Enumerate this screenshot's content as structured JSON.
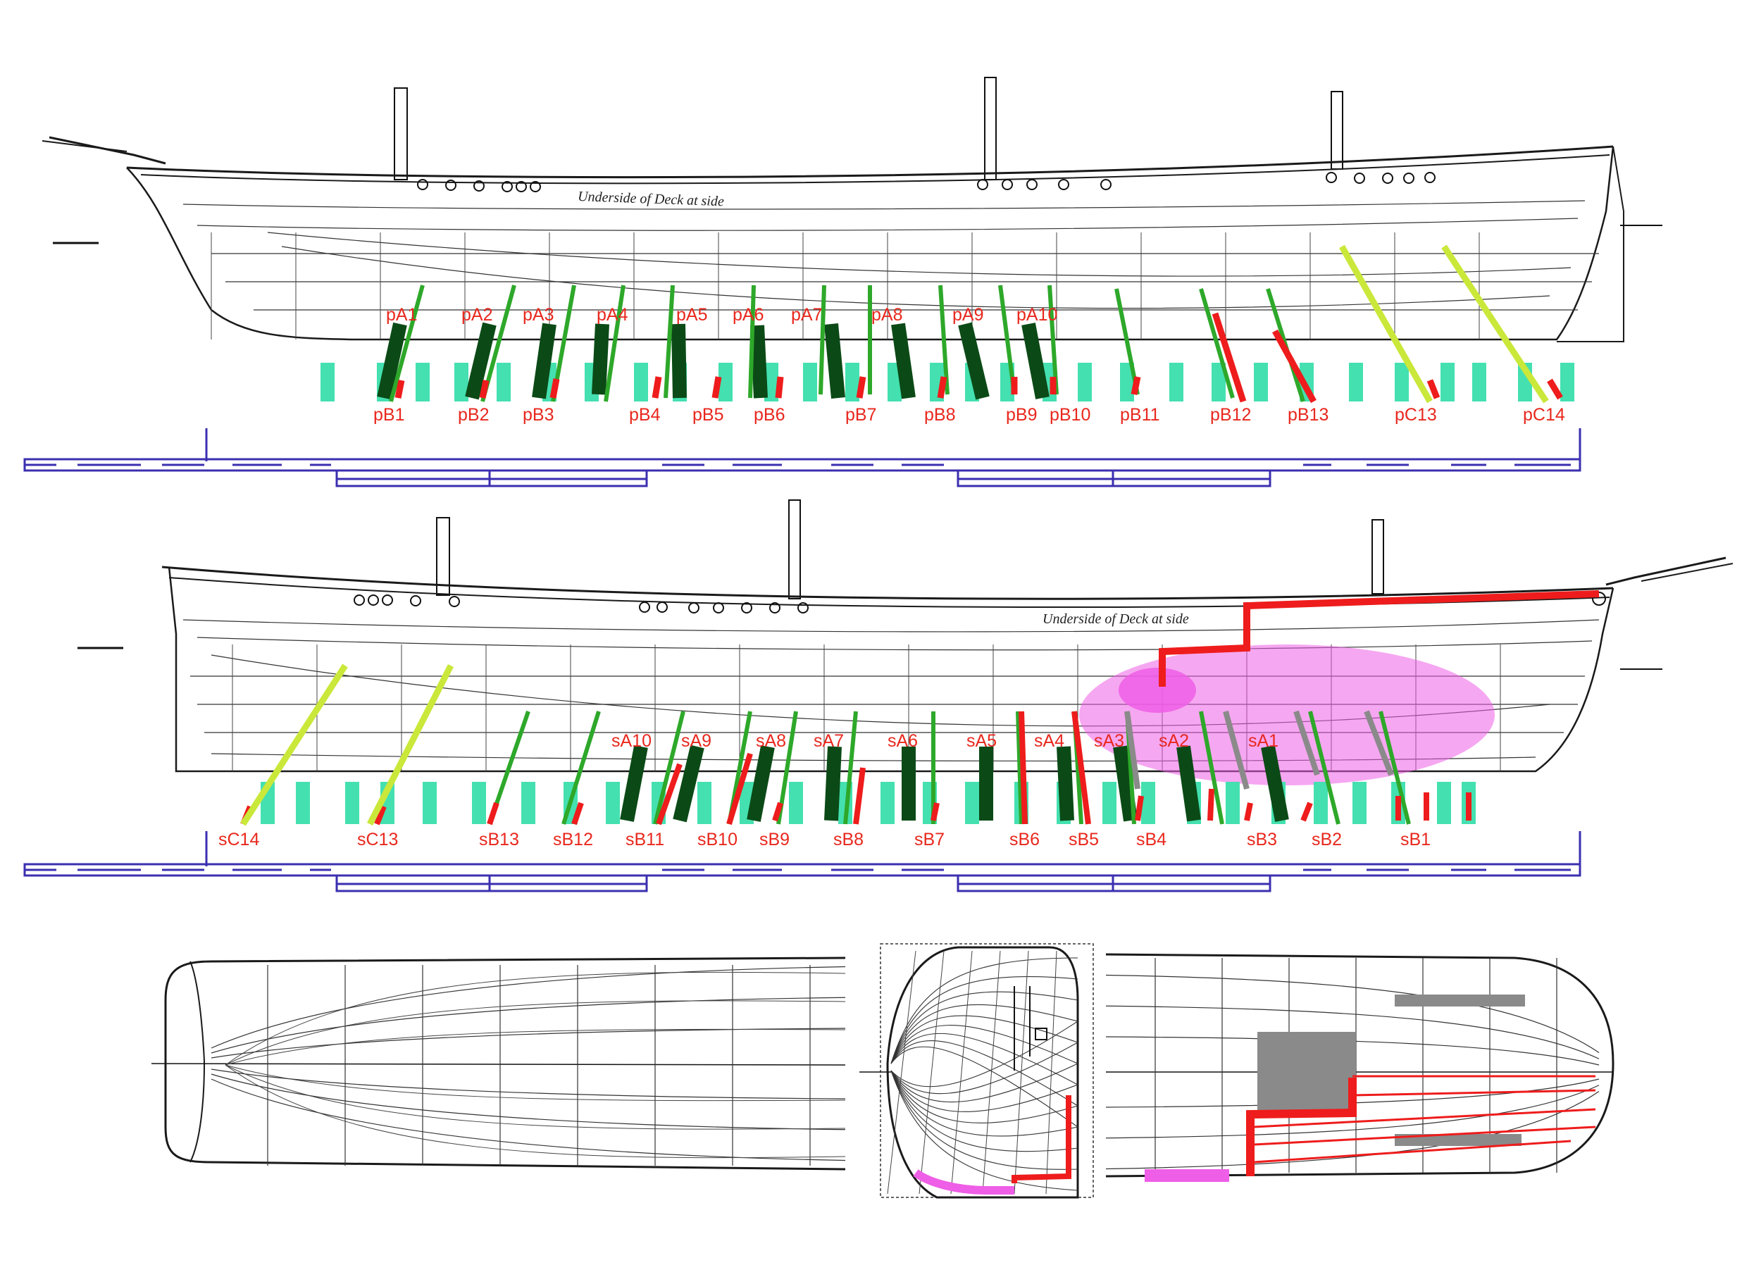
{
  "colors": {
    "label": "#e8281e",
    "aqua": "#44e0b0",
    "dark_green": "#0b4a16",
    "green": "#2ea82a",
    "red": "#ee1c1c",
    "yellow_green": "#c9e83a",
    "grey": "#8a8a8a",
    "magenta": "#ee5ee6",
    "scale": "#3b2fb0",
    "ink": "#1a1a1a"
  },
  "port_elevation": {
    "annotation": "Underside of Deck at side",
    "a_labels": [
      "pA1",
      "pA2",
      "pA3",
      "pA4",
      "pA5",
      "pA6",
      "pA7",
      "pA8",
      "pA9",
      "pA10"
    ],
    "b_labels": [
      "pB1",
      "pB2",
      "pB3",
      "pB4",
      "pB5",
      "pB6",
      "pB7",
      "pB8",
      "pB9",
      "pB10",
      "pB11",
      "pB12",
      "pB13",
      "pC13",
      "pC14"
    ]
  },
  "starboard_elevation": {
    "annotation": "Underside of Deck at side",
    "a_labels": [
      "sA10",
      "sA9",
      "sA8",
      "sA7",
      "sA6",
      "sA5",
      "sA4",
      "sA3",
      "sA2",
      "sA1"
    ],
    "b_labels": [
      "sC14",
      "sC13",
      "sB13",
      "sB12",
      "sB11",
      "sB10",
      "sB9",
      "sB8",
      "sB7",
      "sB6",
      "sB5",
      "sB4",
      "sB3",
      "sB2",
      "sB1"
    ]
  },
  "plans": {
    "left": "half-breadth plan (stern)",
    "middle": "body plan",
    "right": "half-breadth plan (bow)"
  }
}
